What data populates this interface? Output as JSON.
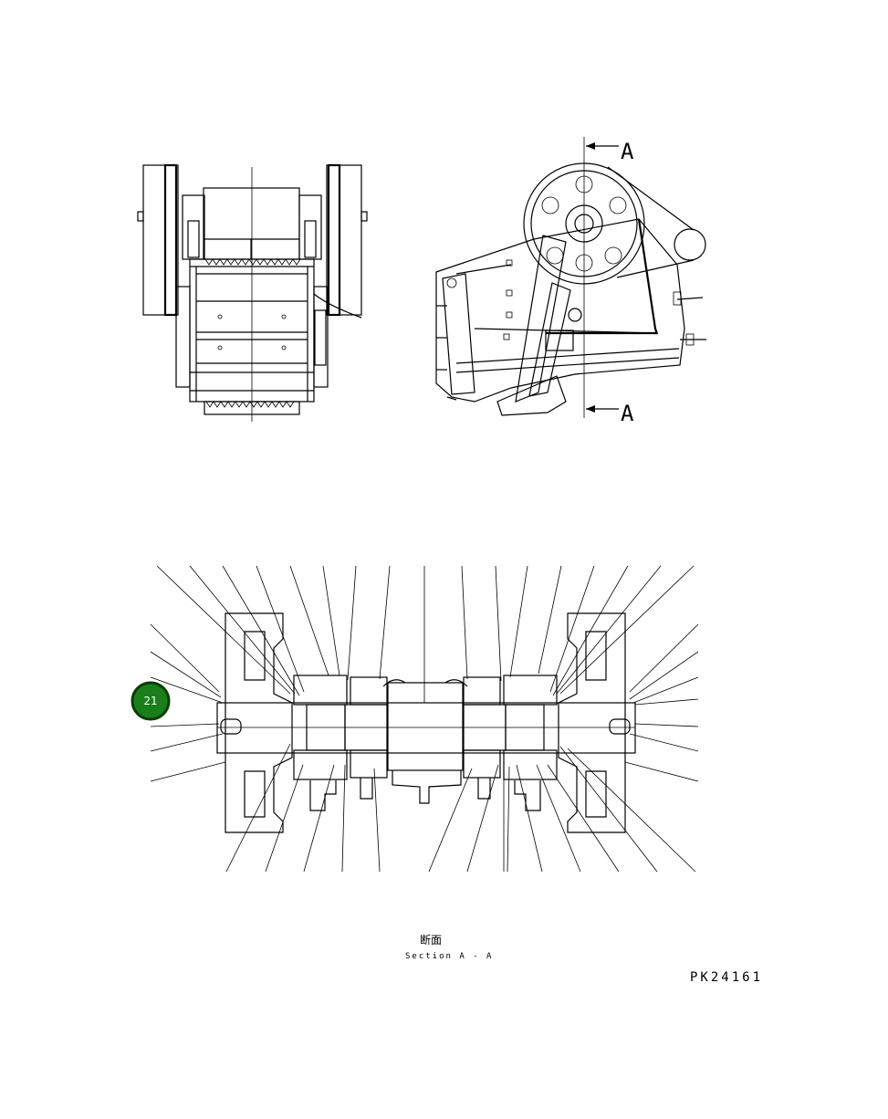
{
  "section_label_a_top": "A",
  "section_label_a_bottom": "A",
  "section_title_jp": "断面",
  "section_title_en": "Section A - A",
  "drawing_number": "PK24161",
  "callout": {
    "number": "21",
    "color": "#1a7f1a",
    "border": "#0a3d0a"
  }
}
